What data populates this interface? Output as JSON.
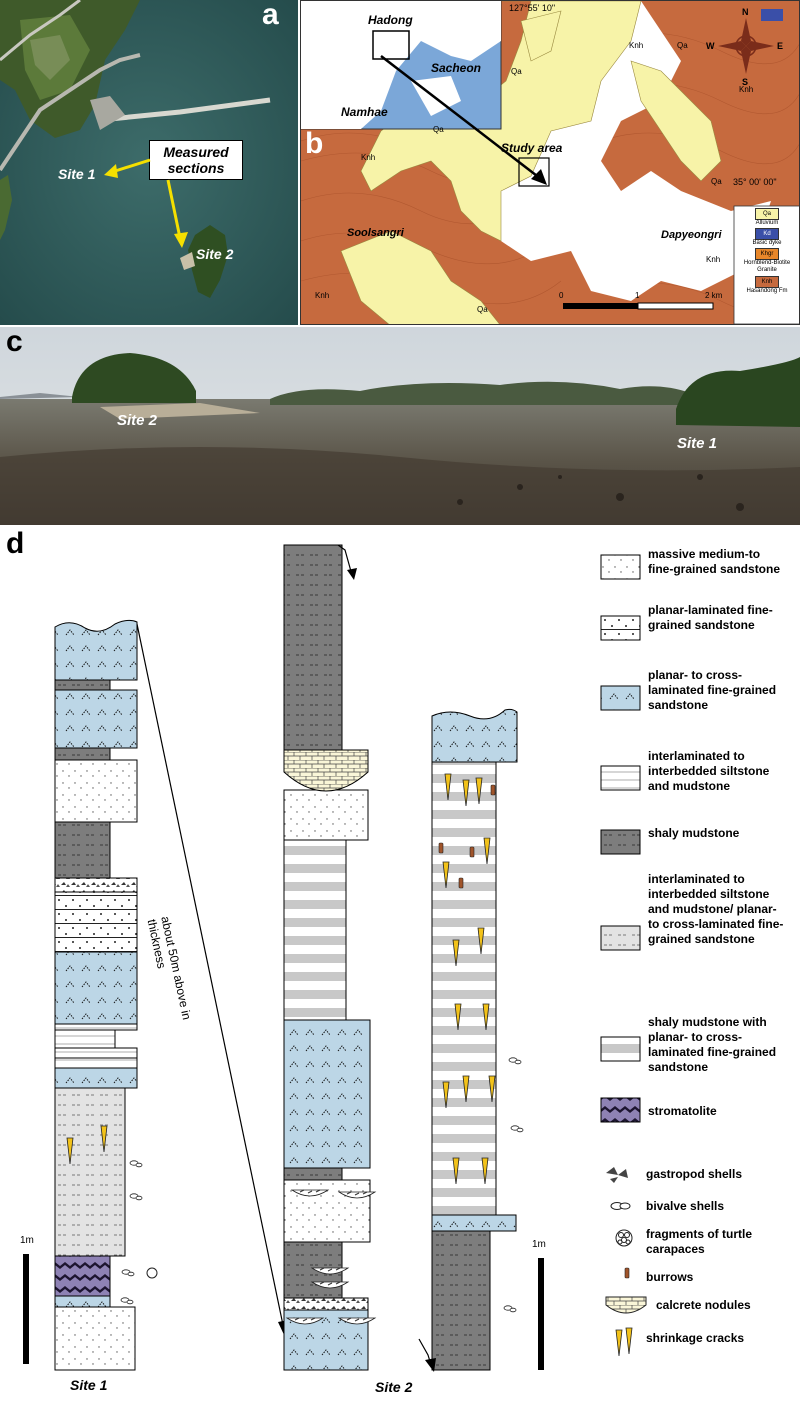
{
  "panel_a": {
    "label": "a",
    "callout": "Measured sections",
    "site1": "Site 1",
    "site2": "Site 2"
  },
  "panel_b": {
    "label": "b",
    "inset": {
      "hadong": "Hadong",
      "sacheon": "Sacheon",
      "namhae": "Namhae"
    },
    "study_area": "Study area",
    "coord_top": "127°55' 10\"",
    "coord_right": "35° 00' 00\"",
    "soolsangri": "Soolsangri",
    "dapyeongri": "Dapyeongri",
    "qa_labels": [
      "Qa",
      "Qa",
      "Qa",
      "Qa",
      "Qa"
    ],
    "knh_labels": [
      "Knh",
      "Knh",
      "Knh",
      "Knh",
      "Knh"
    ],
    "compass": {
      "n": "N",
      "s": "S",
      "e": "E",
      "w": "W"
    },
    "scale": {
      "zero": "0",
      "one": "1",
      "two": "2 km"
    },
    "legend": [
      {
        "code": "Qa",
        "name": "Alluvium",
        "color": "#f7f3a8"
      },
      {
        "code": "Kd",
        "name": "Basic dyke",
        "color": "#3a4fa8"
      },
      {
        "code": "Khgr",
        "name": "Hornblend-Biotite Granite",
        "color": "#e8872a"
      },
      {
        "code": "Knh",
        "name": "Hasandong Fm",
        "color": "#c66a3e"
      }
    ]
  },
  "panel_c": {
    "label": "c",
    "site2": "Site 2",
    "site1": "Site 1"
  },
  "panel_d": {
    "label": "d",
    "site1": "Site 1",
    "site2": "Site 2",
    "scale1": "1m",
    "scale2": "1m",
    "thickness_note": "about 50m above in thickness",
    "legend": [
      {
        "key": "massive",
        "text": "massive medium-to fine-grained sandstone"
      },
      {
        "key": "planar",
        "text": "planar-laminated fine-grained sandstone"
      },
      {
        "key": "cross",
        "text": "planar- to cross-laminated fine-grained sandstone"
      },
      {
        "key": "interlam",
        "text": "interlaminated to interbedded siltstone and mudstone"
      },
      {
        "key": "shaly",
        "text": "shaly mudstone"
      },
      {
        "key": "interlam2",
        "text": "interlaminated to interbedded siltstone and mudstone/ planar- to cross-laminated fine-grained sandstone"
      },
      {
        "key": "shalysand",
        "text": "shaly mudstone with planar- to cross-laminated fine-grained sandstone"
      },
      {
        "key": "stromatolite",
        "text": "stromatolite"
      }
    ],
    "symbols": [
      {
        "key": "gastropod",
        "text": "gastropod shells"
      },
      {
        "key": "bivalve",
        "text": "bivalve shells"
      },
      {
        "key": "turtle",
        "text": "fragments of turtle carapaces"
      },
      {
        "key": "burrows",
        "text": "burrows"
      },
      {
        "key": "calcrete",
        "text": "calcrete nodules"
      },
      {
        "key": "cracks",
        "text": "shrinkage cracks"
      }
    ]
  }
}
